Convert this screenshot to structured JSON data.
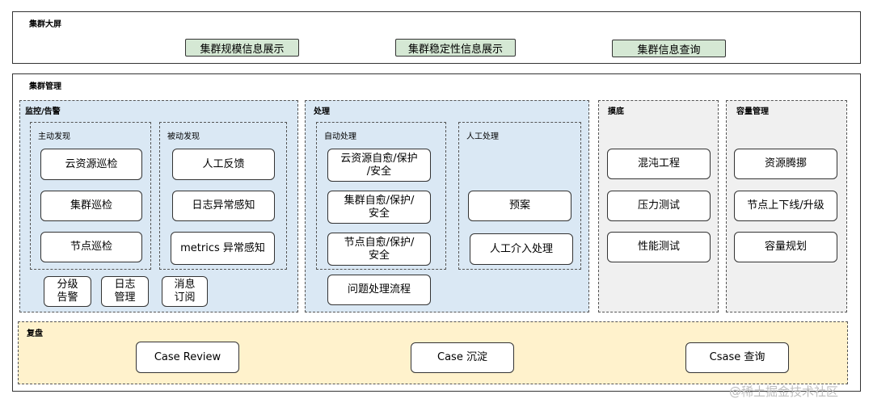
{
  "bigscreen": {
    "title": "集群大屏",
    "buttons": [
      "集群规模信息展示",
      "集群稳定性信息展示",
      "集群信息查询"
    ]
  },
  "management": {
    "title": "集群管理",
    "monitor": {
      "title": "监控/告警",
      "active": {
        "title": "主动发现",
        "items": [
          "云资源巡检",
          "集群巡检",
          "节点巡检"
        ]
      },
      "passive": {
        "title": "被动发现",
        "items": [
          "人工反馈",
          "日志异常感知",
          "metrics 异常感知"
        ]
      },
      "bottom": [
        "分级\n告警",
        "日志\n管理",
        "消息\n订阅"
      ]
    },
    "process": {
      "title": "处理",
      "auto": {
        "title": "自动处理",
        "items": [
          "云资源自愈/保护\n/安全",
          "集群自愈/保护/\n安全",
          "节点自愈/保护/\n安全"
        ]
      },
      "manual": {
        "title": "人工处理",
        "items": [
          "预案",
          "人工介入处理"
        ]
      },
      "flow": "问题处理流程"
    },
    "baseline": {
      "title": "摸底",
      "items": [
        "混沌工程",
        "压力测试",
        "性能测试"
      ]
    },
    "capacity": {
      "title": "容量管理",
      "items": [
        "资源腾挪",
        "节点上下线/升级",
        "容量规划"
      ]
    },
    "review": {
      "title": "复盘",
      "items": [
        "Case Review",
        "Case 沉淀",
        "Csase 查询"
      ]
    }
  },
  "watermark": "@稀土掘金技术社区"
}
